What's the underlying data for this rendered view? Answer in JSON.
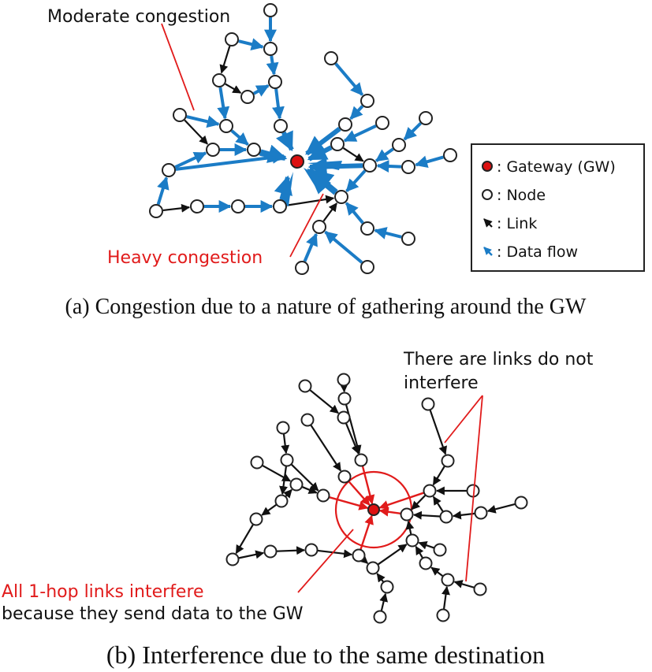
{
  "panel_a": {
    "label_moderate": "Moderate congestion",
    "label_heavy": "Heavy congestion",
    "caption": "(a) Congestion due to a nature of gathering around the GW",
    "legend": {
      "gateway": ": Gateway (GW)",
      "node": ": Node",
      "link": ": Link",
      "data_flow": ": Data flow"
    }
  },
  "panel_b": {
    "label_no_interfere_1": "There are links do not",
    "label_no_interfere_2": "interfere",
    "label_all_1hop": "All 1-hop links interfere",
    "label_because": "because they send data to the GW",
    "caption": "(b) Interference due to the same destination"
  },
  "colors": {
    "gateway": "#dd1111",
    "flow": "#1b7cc6",
    "link": "#111111",
    "highlight": "#e11b1b"
  }
}
